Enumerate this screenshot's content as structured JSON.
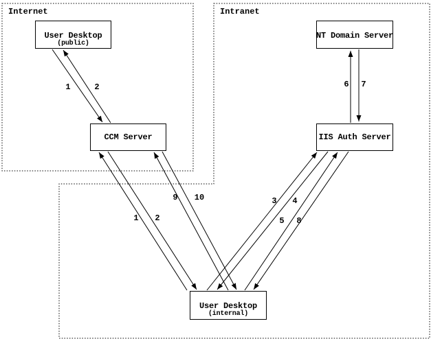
{
  "regions": {
    "internet": {
      "label": "Internet"
    },
    "intranet": {
      "label": "Intranet"
    }
  },
  "nodes": {
    "desktop_public": {
      "title": "User Desktop",
      "subtitle": "(public)"
    },
    "ccm": {
      "title": "CCM Server"
    },
    "nt_domain": {
      "title": "NT Domain Server"
    },
    "iis_auth": {
      "title": "IIS Auth Server"
    },
    "desktop_internal": {
      "title": "User Desktop",
      "subtitle": "(internal)"
    }
  },
  "connections": [
    {
      "label": "1",
      "from": "User Desktop (public)",
      "to": "CCM Server"
    },
    {
      "label": "2",
      "from": "CCM Server",
      "to": "User Desktop (public)"
    },
    {
      "label": "1",
      "from": "User Desktop (internal)",
      "to": "CCM Server"
    },
    {
      "label": "2",
      "from": "CCM Server",
      "to": "User Desktop (internal)"
    },
    {
      "label": "9",
      "from": "User Desktop (internal)",
      "to": "CCM Server"
    },
    {
      "label": "10",
      "from": "CCM Server",
      "to": "User Desktop (internal)"
    },
    {
      "label": "3",
      "from": "User Desktop (internal)",
      "to": "IIS Auth Server"
    },
    {
      "label": "4",
      "from": "IIS Auth Server",
      "to": "User Desktop (internal)"
    },
    {
      "label": "5",
      "from": "User Desktop (internal)",
      "to": "IIS Auth Server"
    },
    {
      "label": "8",
      "from": "IIS Auth Server",
      "to": "User Desktop (internal)"
    },
    {
      "label": "6",
      "from": "IIS Auth Server",
      "to": "NT Domain Server"
    },
    {
      "label": "7",
      "from": "NT Domain Server",
      "to": "IIS Auth Server"
    }
  ],
  "colors": {
    "line": "#000000",
    "background": "#ffffff"
  }
}
